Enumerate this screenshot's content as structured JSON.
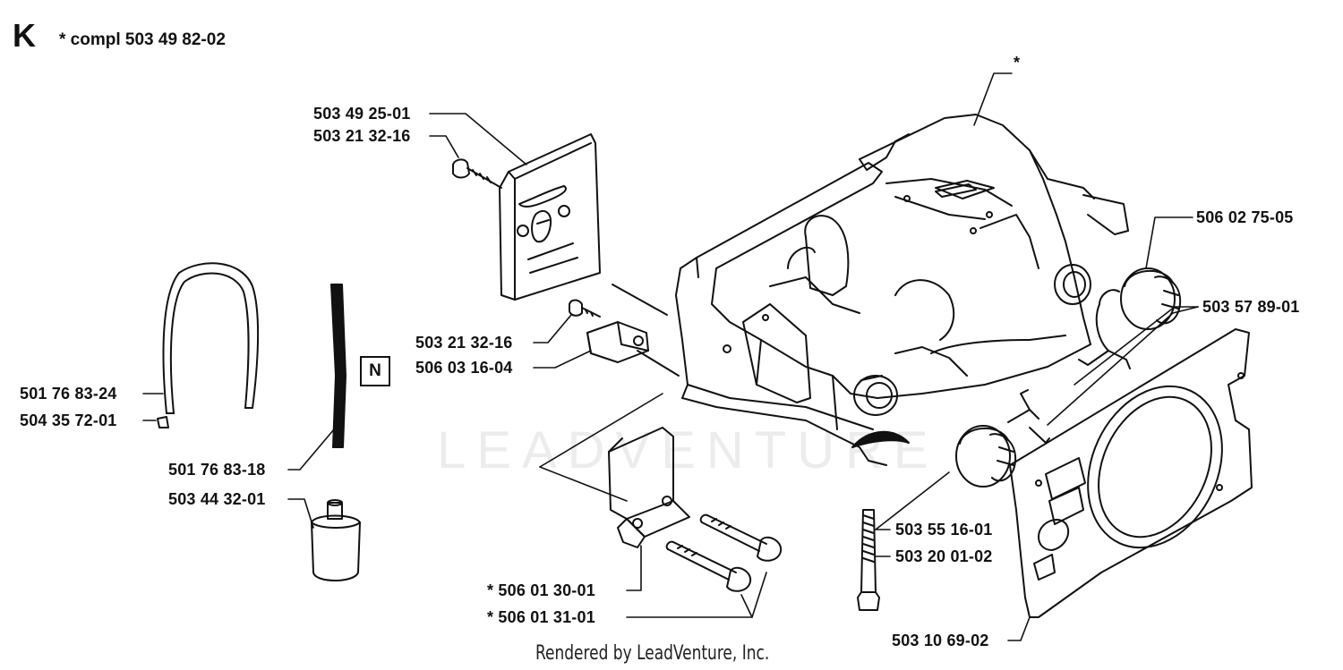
{
  "header": {
    "section_letter": "K",
    "title": "*  compl 503 49 82-02"
  },
  "top_star": "*",
  "parts": [
    {
      "id": "p1",
      "text": "503 49 25-01"
    },
    {
      "id": "p2",
      "text": "503 21 32-16"
    },
    {
      "id": "p3",
      "text": "506 02 75-05"
    },
    {
      "id": "p4",
      "text": "503 57 89-01"
    },
    {
      "id": "p5",
      "text": "503 21 32-16"
    },
    {
      "id": "p6",
      "text": "506 03 16-04"
    },
    {
      "id": "p7",
      "text": "501 76 83-24"
    },
    {
      "id": "p8",
      "text": "504 35 72-01"
    },
    {
      "id": "p9",
      "text": "501 76 83-18"
    },
    {
      "id": "p10",
      "text": "503 44 32-01"
    },
    {
      "id": "p11",
      "text": "503 55 16-01"
    },
    {
      "id": "p12",
      "text": "503 20 01-02"
    },
    {
      "id": "p13",
      "text": "*  506 01 30-01"
    },
    {
      "id": "p14",
      "text": "*  506 01 31-01"
    },
    {
      "id": "p15",
      "text": "503 10 69-02"
    }
  ],
  "n_box": "N",
  "watermark": "LEADVENTURE",
  "footer": "Rendered by LeadVenture, Inc."
}
